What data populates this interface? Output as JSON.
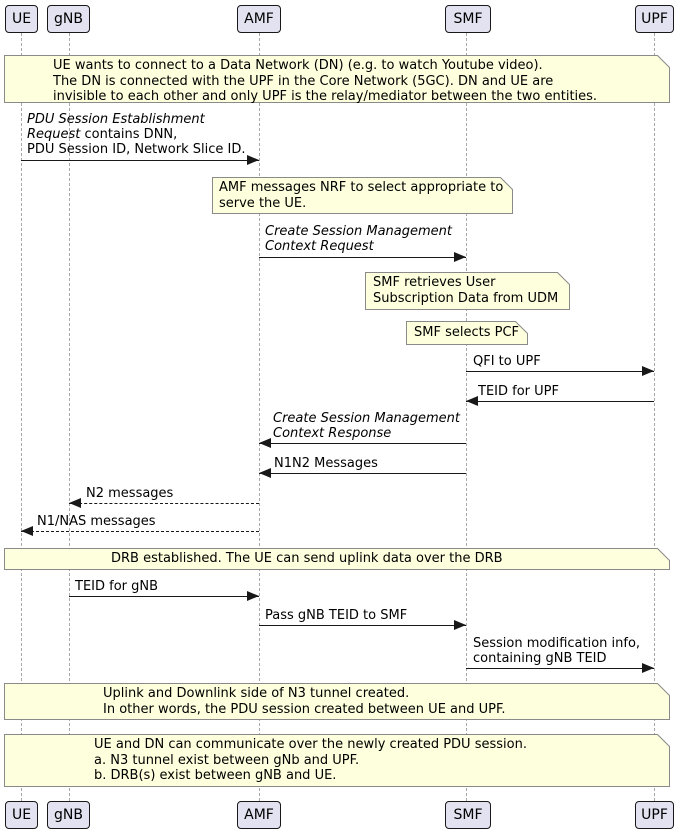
{
  "colors": {
    "background": "#FFFFFF",
    "text": "#000000",
    "note_fill": "#FEFFDD",
    "note_border": "#8A8A8A",
    "participant_fill": "#E2E2F0",
    "participant_border": "#181818",
    "lifeline": "#A8A8A8",
    "arrow": "#181818"
  },
  "participants": [
    {
      "label": "UE"
    },
    {
      "label": "gNB"
    },
    {
      "label": "AMF"
    },
    {
      "label": "SMF"
    },
    {
      "label": "UPF"
    }
  ],
  "notes": [
    {
      "lines": [
        "UE wants to connect to a Data Network (DN) (e.g. to watch Youtube video).",
        "The DN is connected with the UPF in the Core Network (5GC). DN and UE are",
        "invisible to each other and only UPF is the relay/mediator between the two entities."
      ]
    },
    {
      "lines": [
        "AMF messages NRF to select appropriate to",
        "serve the UE."
      ]
    },
    {
      "lines": [
        "SMF retrieves User",
        "Subscription Data from UDM"
      ]
    },
    {
      "lines": [
        "SMF selects PCF"
      ]
    },
    {
      "lines": [
        "DRB established. The UE can send uplink data over the DRB"
      ]
    },
    {
      "lines": [
        "Uplink and Downlink side of N3 tunnel created.",
        "In other words, the PDU session created between UE and UPF."
      ]
    },
    {
      "lines": [
        "UE and DN can communicate over the newly created PDU session.",
        "a. N3 tunnel exist between gNb and UPF.",
        "b. DRB(s) exist between gNB and UE."
      ]
    }
  ],
  "messages": [
    {
      "from": "UE",
      "to": "AMF",
      "style": "solid",
      "l1": "PDU Session Establishment",
      "l2_italic": "Request",
      "l2_rest": " contains DNN,",
      "l3": "PDU Session ID, Network Slice ID."
    },
    {
      "from": "AMF",
      "to": "SMF",
      "style": "solid",
      "l1": "Create Session Management",
      "l2": "Context Request"
    },
    {
      "from": "SMF",
      "to": "UPF",
      "style": "solid",
      "l1": "QFI to UPF"
    },
    {
      "from": "UPF",
      "to": "SMF",
      "style": "solid",
      "l1": "TEID for UPF"
    },
    {
      "from": "SMF",
      "to": "AMF",
      "style": "solid",
      "l1": "Create Session Management",
      "l2": "Context Response"
    },
    {
      "from": "SMF",
      "to": "AMF",
      "style": "solid",
      "l1": "N1N2 Messages"
    },
    {
      "from": "AMF",
      "to": "gNB",
      "style": "dashed",
      "l1": "N2 messages"
    },
    {
      "from": "AMF",
      "to": "UE",
      "style": "dashed",
      "l1": "N1/NAS messages"
    },
    {
      "from": "gNB",
      "to": "AMF",
      "style": "solid",
      "l1": "TEID for gNB"
    },
    {
      "from": "AMF",
      "to": "SMF",
      "style": "solid",
      "l1": "Pass gNB TEID to SMF"
    },
    {
      "from": "SMF",
      "to": "UPF",
      "style": "solid",
      "l1": "Session modification info,",
      "l2": "containing gNB TEID"
    }
  ]
}
